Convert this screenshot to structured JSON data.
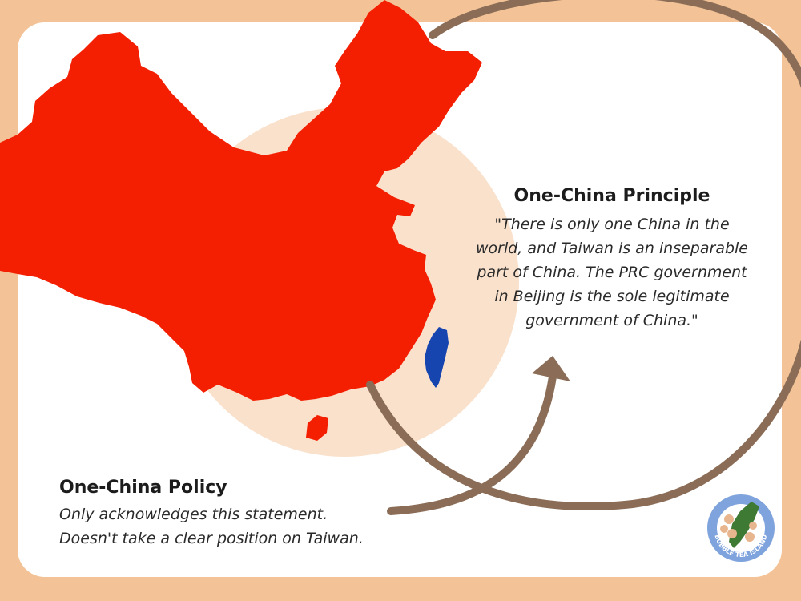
{
  "principle": {
    "title": "One-China Principle",
    "lines": [
      "\"There is only one China in the",
      "world, and Taiwan is an inseparable",
      "part of China. The PRC government",
      "in Beijing is the sole legitimate",
      "government of China.\""
    ]
  },
  "policy": {
    "title": "One-China Policy",
    "lines": [
      "Only acknowledges this statement.",
      "Doesn't take a clear position on Taiwan."
    ]
  },
  "logo": {
    "text": "BUBBLE TEA ISLAND"
  },
  "colors": {
    "background": "#f3c397",
    "card": "#ffffff",
    "china": "#f41e00",
    "taiwan": "#1645b0",
    "circle": "#f9e1cc",
    "arrow": "#8b6d57"
  },
  "icons": [
    "china-map-icon",
    "taiwan-map-icon",
    "circular-arrow-icon",
    "bubble-tea-island-logo-icon"
  ]
}
